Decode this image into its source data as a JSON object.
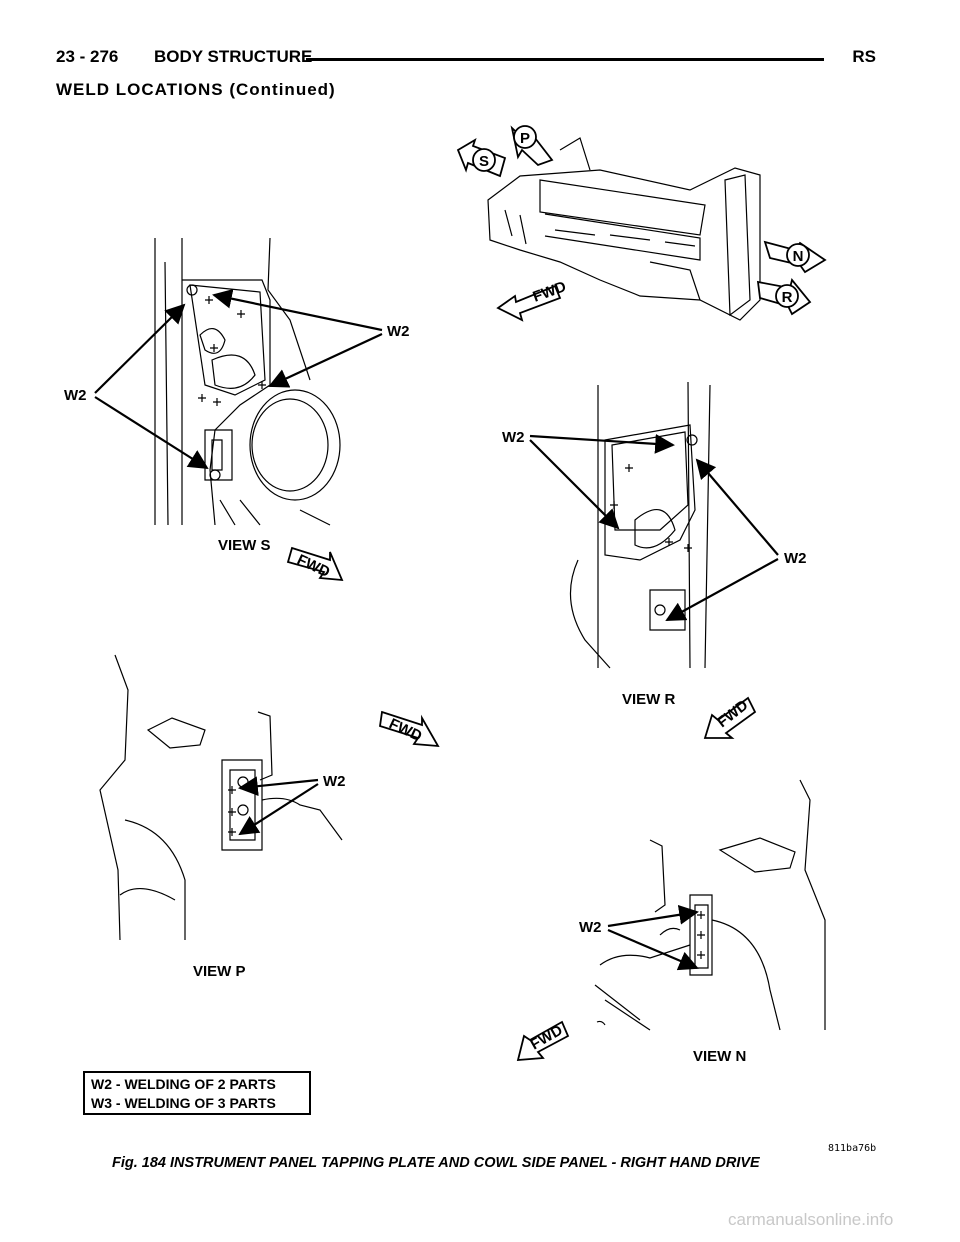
{
  "header": {
    "page_number": "23 - 276",
    "section_title": "BODY STRUCTURE",
    "manual_code": "RS"
  },
  "subheading": "WELD LOCATIONS (Continued)",
  "views": {
    "view_s": "VIEW S",
    "view_r": "VIEW R",
    "view_p": "VIEW P",
    "view_n": "VIEW N"
  },
  "arrows": {
    "fwd": "FWD",
    "s": "S",
    "p": "P",
    "n": "N",
    "r": "R"
  },
  "weld_labels": {
    "w2": "W2"
  },
  "legend": {
    "line1": "W2 - WELDING OF 2 PARTS",
    "line2": "W3 - WELDING OF 3 PARTS"
  },
  "figure_code": "811ba76b",
  "caption": "Fig. 184 INSTRUMENT PANEL TAPPING PLATE AND COWL SIDE PANEL - RIGHT HAND DRIVE",
  "watermark": "carmanualsonline.info"
}
